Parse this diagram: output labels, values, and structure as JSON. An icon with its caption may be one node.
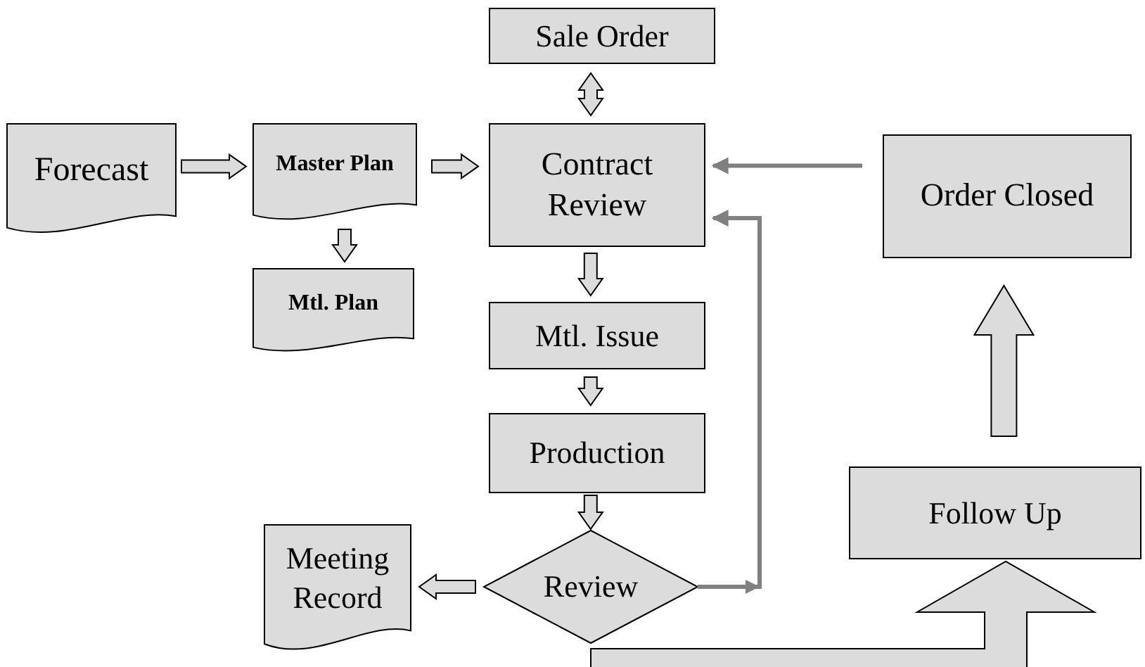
{
  "diagram": {
    "nodes": [
      {
        "text": [
          "Sale Order"
        ]
      },
      {
        "text": [
          "Forecast"
        ]
      },
      {
        "text": [
          "Master Plan"
        ]
      },
      {
        "text": [
          "Contract Review"
        ]
      },
      {
        "text": [
          "Order Closed"
        ]
      },
      {
        "text": [
          "Mtl. Plan"
        ]
      },
      {
        "text": [
          "Mtl. Issue"
        ]
      },
      {
        "text": [
          "Production"
        ]
      },
      {
        "text": [
          "Meeting Record"
        ]
      },
      {
        "text": [
          "Review"
        ]
      },
      {
        "text": [
          "Follow Up"
        ]
      }
    ],
    "edges": [
      {
        "from": 1,
        "to": 2,
        "arrow": "to"
      },
      {
        "from": 2,
        "to": 3,
        "arrow": "to"
      },
      {
        "from": 0,
        "to": 3,
        "arrow": "both"
      },
      {
        "from": 2,
        "to": 5,
        "arrow": "to"
      },
      {
        "from": 3,
        "to": 6,
        "arrow": "to"
      },
      {
        "from": 6,
        "to": 7,
        "arrow": "to"
      },
      {
        "from": 7,
        "to": 9,
        "arrow": "to"
      },
      {
        "from": 9,
        "to": 8,
        "arrow": "to"
      },
      {
        "from": 9,
        "to": 3,
        "arrow": "to",
        "color": "#808080"
      },
      {
        "from": 4,
        "to": 3,
        "arrow": "to",
        "color": "#808080"
      },
      {
        "from": 10,
        "to": 4,
        "arrow": "to"
      },
      {
        "from": null,
        "to": 10,
        "arrow": "to"
      }
    ]
  }
}
